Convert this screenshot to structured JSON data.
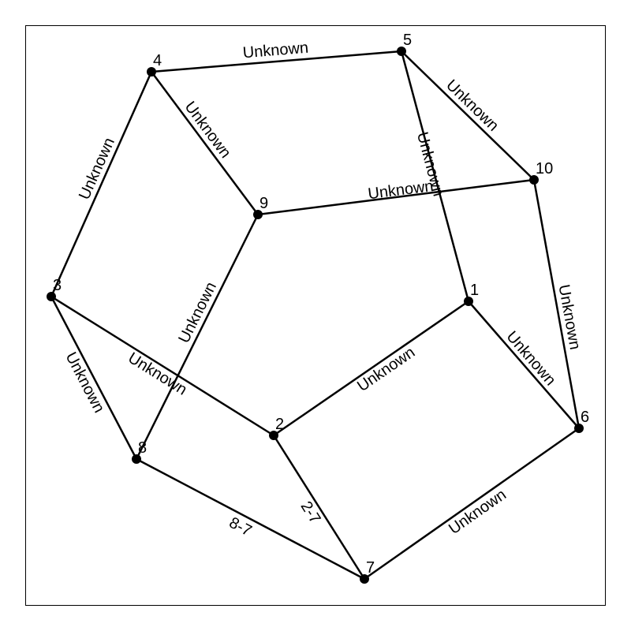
{
  "graph": {
    "nodes": [
      {
        "id": "1",
        "label": "1"
      },
      {
        "id": "2",
        "label": "2"
      },
      {
        "id": "3",
        "label": "3"
      },
      {
        "id": "4",
        "label": "4"
      },
      {
        "id": "5",
        "label": "5"
      },
      {
        "id": "6",
        "label": "6"
      },
      {
        "id": "7",
        "label": "7"
      },
      {
        "id": "8",
        "label": "8"
      },
      {
        "id": "9",
        "label": "9"
      },
      {
        "id": "10",
        "label": "10"
      }
    ],
    "edges": [
      {
        "from": "4",
        "to": "5",
        "label": "Unknown"
      },
      {
        "from": "5",
        "to": "10",
        "label": "Unknown"
      },
      {
        "from": "5",
        "to": "1",
        "label": "Unknown"
      },
      {
        "from": "4",
        "to": "9",
        "label": "Unknown"
      },
      {
        "from": "4",
        "to": "3",
        "label": "Unknown"
      },
      {
        "from": "9",
        "to": "10",
        "label": "Unknown"
      },
      {
        "from": "10",
        "to": "6",
        "label": "Unknown"
      },
      {
        "from": "1",
        "to": "6",
        "label": "Unknown"
      },
      {
        "from": "1",
        "to": "2",
        "label": "Unknown"
      },
      {
        "from": "9",
        "to": "8",
        "label": "Unknown"
      },
      {
        "from": "3",
        "to": "2",
        "label": "Unknown"
      },
      {
        "from": "3",
        "to": "8",
        "label": "Unknown"
      },
      {
        "from": "2",
        "to": "7",
        "label": "2-7"
      },
      {
        "from": "8",
        "to": "7",
        "label": "8-7"
      },
      {
        "from": "6",
        "to": "7",
        "label": "Unknown"
      }
    ]
  }
}
